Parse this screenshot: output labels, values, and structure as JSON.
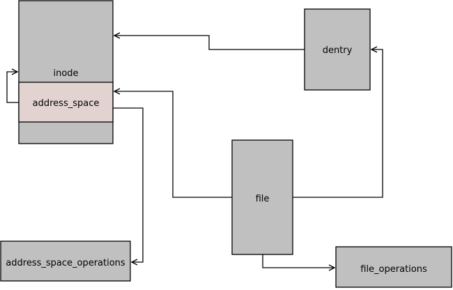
{
  "diagram": {
    "nodes": {
      "inode": {
        "label": "inode"
      },
      "address_space": {
        "label": "address_space"
      },
      "dentry": {
        "label": "dentry"
      },
      "file": {
        "label": "file"
      },
      "address_space_operations": {
        "label": "address_space_operations"
      },
      "file_operations": {
        "label": "file_operations"
      }
    },
    "edges": [
      {
        "from": "dentry",
        "to": "inode"
      },
      {
        "from": "file",
        "to": "address_space"
      },
      {
        "from": "file",
        "to": "dentry"
      },
      {
        "from": "address_space",
        "to": "address_space_operations"
      },
      {
        "from": "file",
        "to": "file_operations"
      },
      {
        "from": "address_space",
        "to": "inode"
      }
    ]
  },
  "colors": {
    "box_fill": "#c0c0c0",
    "highlight_fill": "#e2d2d0",
    "stroke": "#000000",
    "background": "#ffffff"
  }
}
